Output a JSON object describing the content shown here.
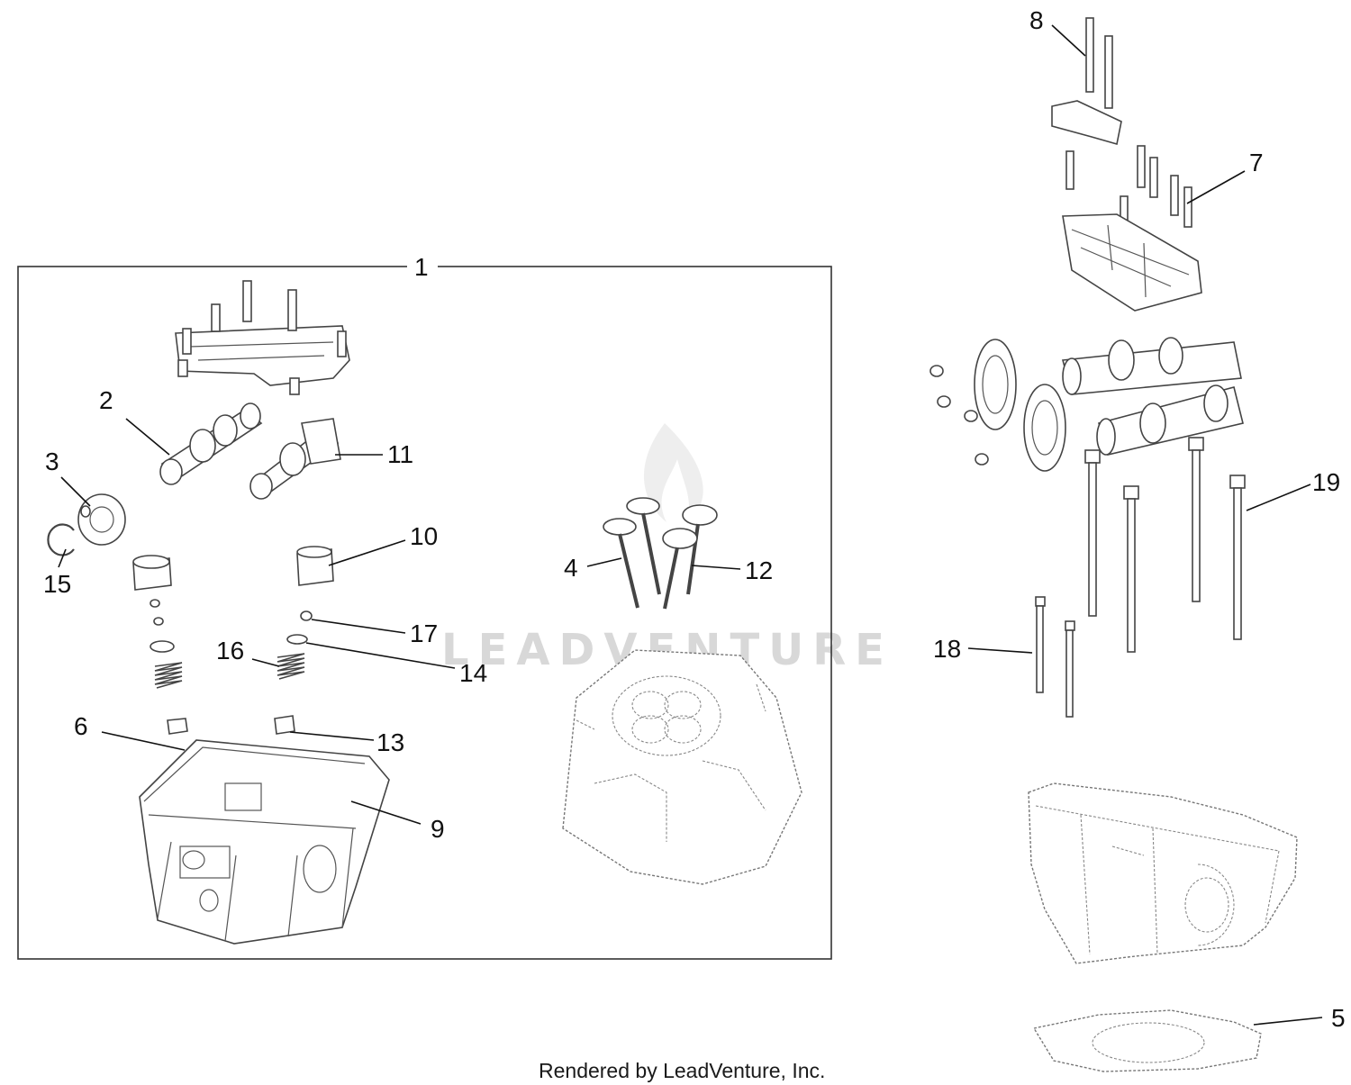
{
  "callouts": [
    "1",
    "2",
    "3",
    "4",
    "5",
    "6",
    "7",
    "8",
    "9",
    "10",
    "11",
    "12",
    "13",
    "14",
    "15",
    "16",
    "17",
    "18",
    "19"
  ],
  "watermark": "LEADVENTURE",
  "footer": "Rendered by LeadVenture, Inc."
}
